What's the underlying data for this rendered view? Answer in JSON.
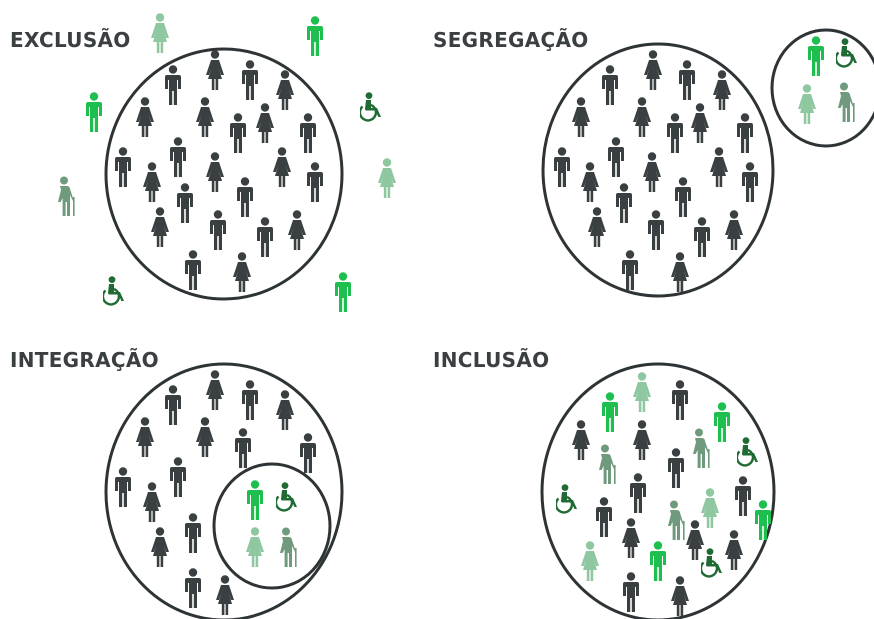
{
  "titles": {
    "exclusion": "EXCLUSÃO",
    "segregation": "SEGREGAÇÃO",
    "integration": "INTEGRAÇÃO",
    "inclusion": "INCLUSÃO"
  },
  "colors": {
    "majority": "#3a3f41",
    "circle_stroke": "#2e3436",
    "bright_green": "#1fbf4f",
    "dark_green": "#1f6b33",
    "pale_green": "#8fc7a0",
    "gray_green": "#6f9a7e"
  },
  "icon_types": [
    "man",
    "woman",
    "wheelchair",
    "elderly"
  ]
}
